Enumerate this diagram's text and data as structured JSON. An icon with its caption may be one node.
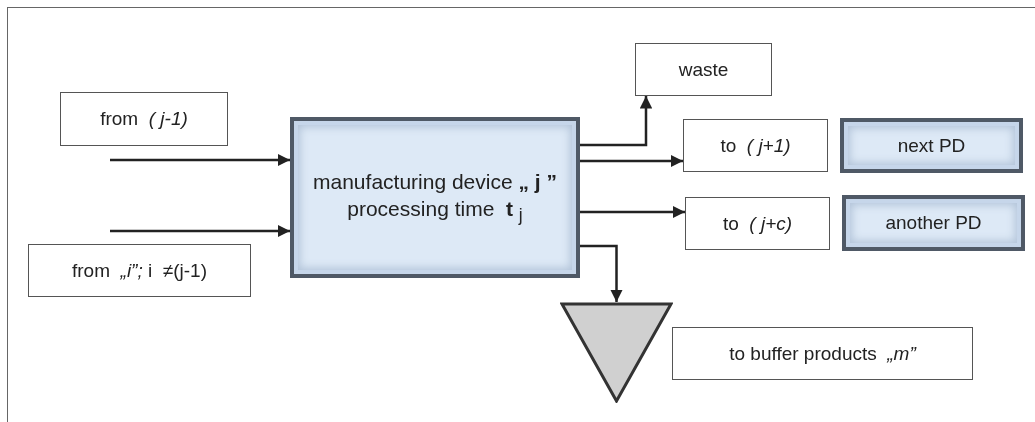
{
  "diagram": {
    "nodes": [
      {
        "text": [
          "from  *( j-1)*"
        ]
      },
      {
        "text": [
          "from  *„i”;* i  ≠(j-1)"
        ]
      },
      {
        "text": [
          "manufacturing device **„ j ”** processing time  **t** $_{j}$"
        ]
      },
      {
        "text": [
          "waste"
        ]
      },
      {
        "text": [
          "to  *( j+1)*"
        ]
      },
      {
        "text": [
          "to  *( j+c)*"
        ]
      },
      {
        "text": [
          "next PD"
        ]
      },
      {
        "text": [
          "another PD"
        ]
      },
      {
        "text": [],
        "shape": "triangle"
      },
      {
        "text": [
          "to buffer products  *„m”*"
        ]
      }
    ],
    "edges": [
      {
        "from": null,
        "to": 2,
        "arrow": "to"
      },
      {
        "from": null,
        "to": 2,
        "arrow": "to"
      },
      {
        "from": 2,
        "to": 3,
        "arrow": "to"
      },
      {
        "from": 2,
        "to": 4,
        "arrow": "to"
      },
      {
        "from": 2,
        "to": 5,
        "arrow": "to"
      },
      {
        "from": 2,
        "to": 8,
        "arrow": "to"
      }
    ]
  }
}
